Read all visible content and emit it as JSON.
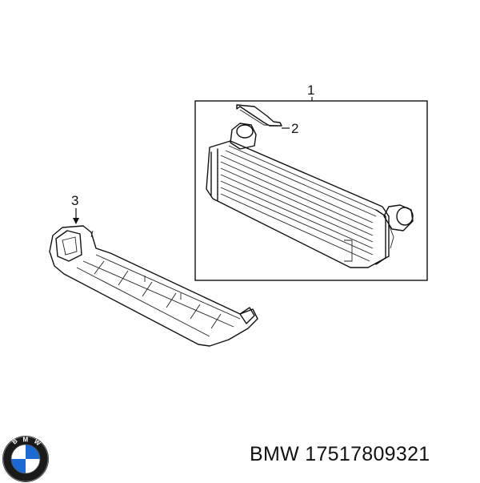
{
  "callouts": {
    "part1": "1",
    "part2": "2",
    "part3": "3"
  },
  "caption": {
    "brand": "BMW",
    "part_number": "17517809321"
  },
  "logo": {
    "lettering": "BMW",
    "colors": {
      "ring": "#1a1a1a",
      "blue": "#1c69d4",
      "white": "#ffffff"
    }
  }
}
